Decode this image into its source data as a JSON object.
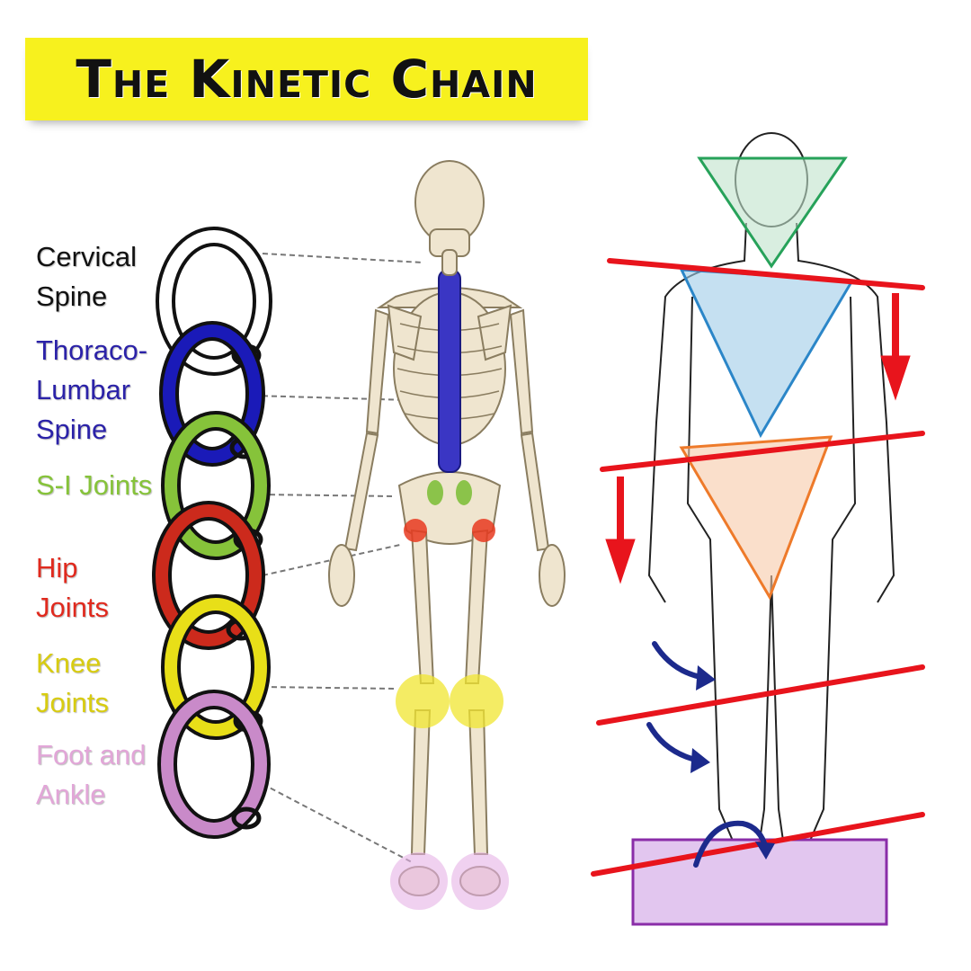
{
  "title": "The Kinetic Chain",
  "chain_links": [
    {
      "lines": [
        "Cervical",
        "Spine"
      ],
      "color": "#111111"
    },
    {
      "lines": [
        "Thoraco-",
        "Lumbar",
        "Spine"
      ],
      "color": "#2b22a8"
    },
    {
      "lines": [
        "S-I Joints"
      ],
      "color": "#86c33a"
    },
    {
      "lines": [
        "Hip",
        "Joints"
      ],
      "color": "#e02a1e"
    },
    {
      "lines": [
        "Knee",
        "Joints"
      ],
      "color": "#d8cc10"
    },
    {
      "lines": [
        "Foot and",
        "Ankle"
      ],
      "color": "#e2a6d8"
    }
  ],
  "ring_colors": [
    "#ffffff",
    "#1a1ab8",
    "#86c33a",
    "#cc2a1c",
    "#e8df18",
    "#c98ac9"
  ],
  "posture_colors": {
    "level_line": "#e8141c",
    "head_triangle": "#27a25a",
    "thorax_triangle": "#2b86c8",
    "pelvis_triangle": "#ee7a2a",
    "arrow": "#e8141c",
    "rotation_arrow": "#1c2a8c",
    "foot_box": "#8a2da8"
  }
}
